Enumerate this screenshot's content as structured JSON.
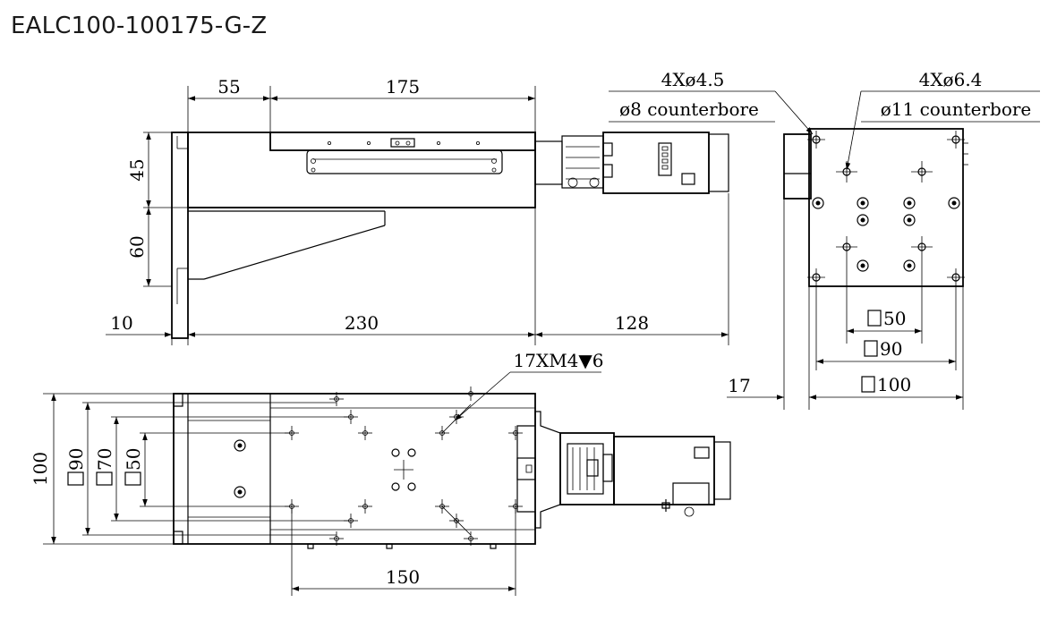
{
  "title": "EALC100-100175-G-Z",
  "dimensions": {
    "front_55": "55",
    "front_175": "175",
    "front_45": "45",
    "front_60": "60",
    "front_10": "10",
    "front_230": "230",
    "front_128": "128",
    "top_100": "100",
    "top_sq90": "90",
    "top_sq70": "70",
    "top_sq50": "50",
    "top_150": "150",
    "side_17": "17",
    "side_sq50": "50",
    "side_sq90": "90",
    "side_sq100": "100"
  },
  "callouts": {
    "front_holes_line1": "4Xø4.5",
    "front_holes_line2": "ø8 counterbore",
    "side_holes_line1": "4Xø6.4",
    "side_holes_line2": "ø11 counterbore",
    "top_thread": "17XM4▼6"
  }
}
